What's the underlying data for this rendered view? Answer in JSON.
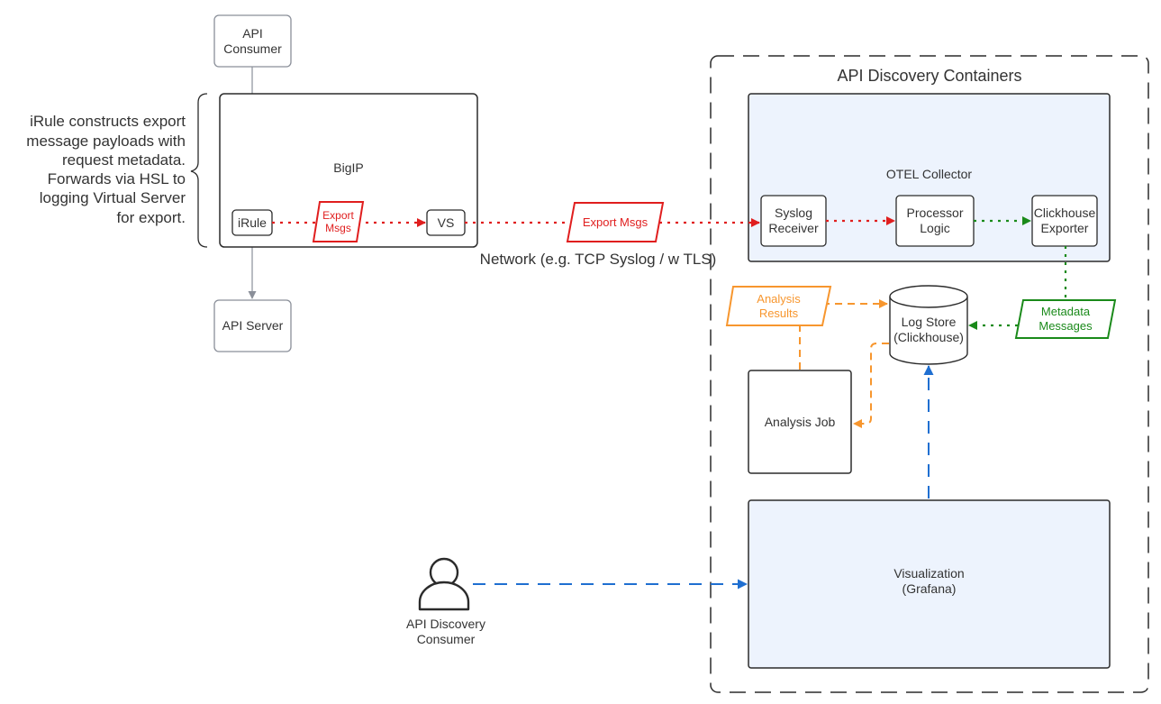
{
  "colors": {
    "red": "#e01e1e",
    "green": "#1a8a1a",
    "orange": "#f7962e",
    "blue": "#1f6fd1",
    "fill_blue": "#edf3fd",
    "stroke": "#2b2b2b",
    "gray": "#8a8f99"
  },
  "nodes": {
    "api_consumer": "API\nConsumer",
    "api_server": "API Server",
    "bigip": "BigIP",
    "irule": "iRule",
    "vs": "VS",
    "otel_collector": "OTEL Collector",
    "syslog_receiver": "Syslog\nReceiver",
    "processor_logic": "Processor\nLogic",
    "clickhouse_exporter": "Clickhouse\nExporter",
    "log_store": "Log Store\n(Clickhouse)",
    "analysis_job": "Analysis Job",
    "visualization": "Visualization\n(Grafana)",
    "api_discovery_consumer": "API Discovery\nConsumer"
  },
  "container_title": "API Discovery Containers",
  "messages": {
    "export_msgs_inner": "Export\nMsgs",
    "export_msgs": "Export Msgs",
    "analysis_results": "Analysis\nResults",
    "metadata_messages": "Metadata\nMessages"
  },
  "annotation": "iRule constructs export\nmessage payloads with\nrequest metadata.\nForwards via HSL to\nlogging Virtual Server\nfor export.",
  "network_label": "Network (e.g. TCP Syslog / w TLS)"
}
